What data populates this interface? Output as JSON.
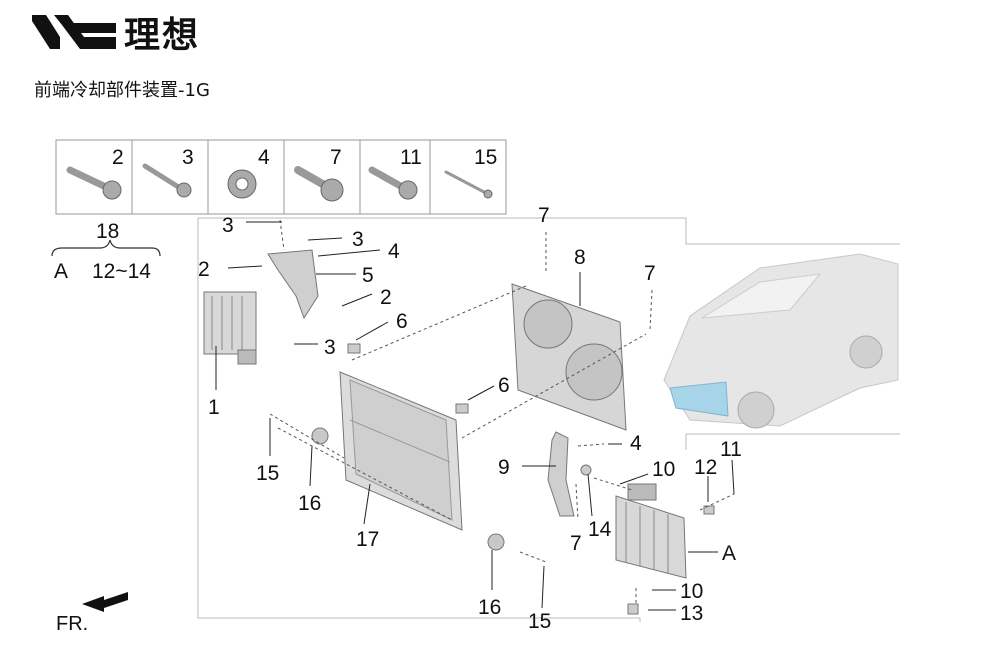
{
  "brand": {
    "name": "理想",
    "logo_icon": "li-auto-logo-icon"
  },
  "title": "前端冷却部件装置-1G",
  "fasteners": {
    "group_label": "18",
    "items": [
      {
        "label": "2",
        "icon": "bolt-icon"
      },
      {
        "label": "3",
        "icon": "long-bolt-icon"
      },
      {
        "label": "4",
        "icon": "nut-icon"
      },
      {
        "label": "7",
        "icon": "flange-bolt-icon"
      },
      {
        "label": "11",
        "icon": "bolt-icon"
      },
      {
        "label": "15",
        "icon": "pin-icon"
      }
    ]
  },
  "legend": {
    "key": "A",
    "range": "12~14"
  },
  "callouts": {
    "c1": "1",
    "c2a": "2",
    "c2b": "2",
    "c3a": "3",
    "c3b": "3",
    "c3c": "3",
    "c4a": "4",
    "c4b": "4",
    "c5": "5",
    "c6a": "6",
    "c6b": "6",
    "c7a": "7",
    "c7b": "7",
    "c7c": "7",
    "c8": "8",
    "c9": "9",
    "c10a": "10",
    "c10b": "10",
    "c11": "11",
    "c12": "12",
    "c13": "13",
    "c14": "14",
    "c15a": "15",
    "c15b": "15",
    "c16a": "16",
    "c16b": "16",
    "c17": "17",
    "cA": "A"
  },
  "direction": {
    "label": "FR.",
    "icon": "front-direction-arrow-icon"
  }
}
